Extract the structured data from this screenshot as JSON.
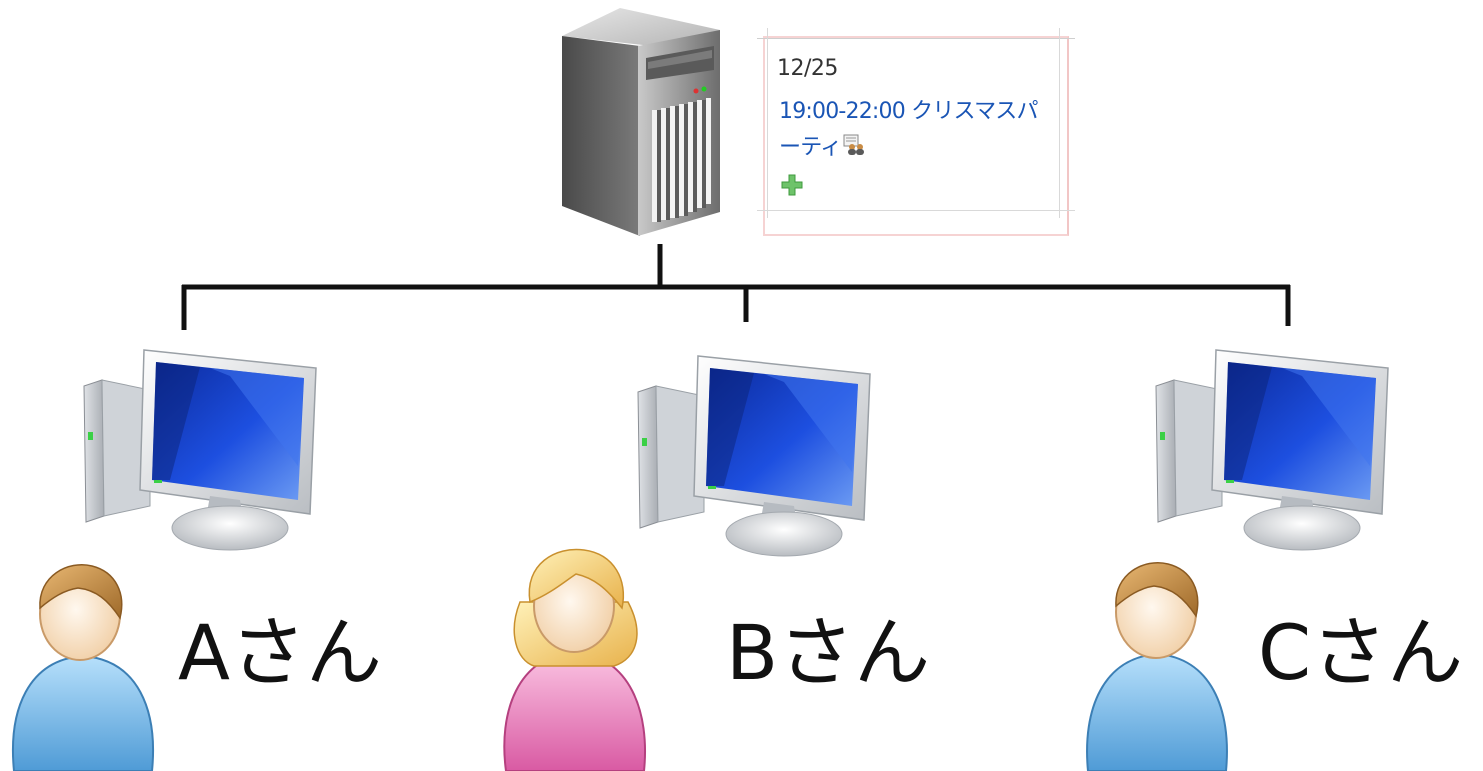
{
  "calendar": {
    "date": "12/25",
    "event": "19:00-22:00 クリスマスパーティ"
  },
  "users": [
    {
      "label": "Aさん",
      "gender": "male",
      "color": "#7fc0ee"
    },
    {
      "label": "Bさん",
      "gender": "female",
      "color": "#ee8ec5"
    },
    {
      "label": "Cさん",
      "gender": "male",
      "color": "#7fc0ee"
    }
  ],
  "icons": {
    "server": "server-tower-icon",
    "computer": "desktop-computer-icon",
    "add": "green-plus-icon",
    "meeting": "group-meeting-icon"
  },
  "colors": {
    "connector": "#111111",
    "event_link": "#1a55b5",
    "monitor_screen": "#1c3fc7"
  }
}
